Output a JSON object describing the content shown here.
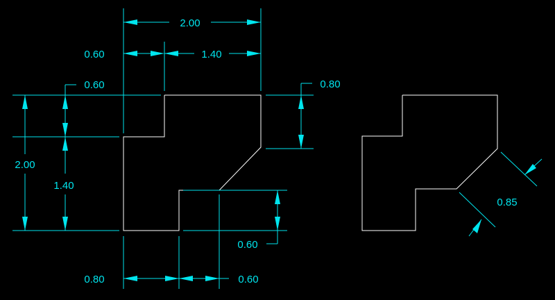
{
  "colors": {
    "background": "#000000",
    "dimension": "#00e5ee",
    "geometry": "#ffffff"
  },
  "dimensions": {
    "top_overall": "2.00",
    "top_left": "0.60",
    "top_right": "1.40",
    "left_step": "0.60",
    "right_step": "0.80",
    "left_overall": "2.00",
    "left_lower": "1.40",
    "bottom_left": "0.80",
    "bottom_mid": "0.60",
    "right_lower": "0.60",
    "aligned_chamfer": "0.85"
  }
}
